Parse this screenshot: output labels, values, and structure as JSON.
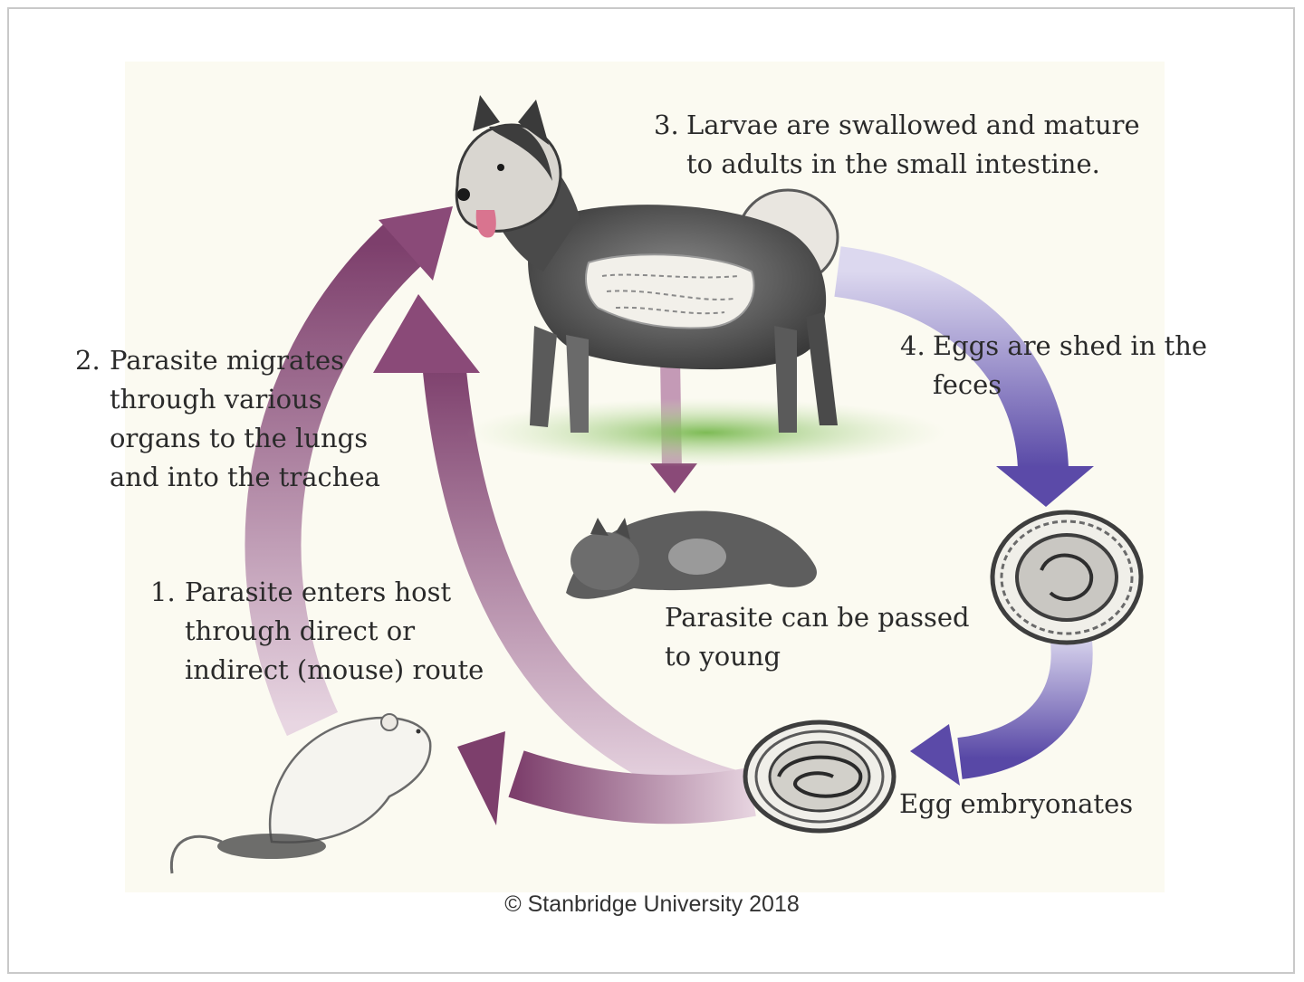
{
  "steps": [
    {
      "num": "1.",
      "text": "Parasite enters host\nthrough direct or\nindirect (mouse) route"
    },
    {
      "num": "2.",
      "text": "Parasite migrates\nthrough various\norgans to the lungs\nand into the trachea"
    },
    {
      "num": "3.",
      "text": "Larvae are swallowed and mature\nto adults in the small intestine."
    },
    {
      "num": "4.",
      "text": "Eggs are shed in the\nfeces"
    }
  ],
  "notes": {
    "young": "Parasite can be passed\nto young",
    "embryo": "Egg embryonates"
  },
  "copyright": "© Stanbridge University 2018",
  "colors": {
    "mauve": "#8a4a78",
    "violet": "#5b4aa8",
    "panel": "#fbfaf1"
  },
  "icons": [
    "dog-icon",
    "puppy-icon",
    "mouse-icon",
    "egg-icon",
    "embryonated-egg-icon"
  ]
}
